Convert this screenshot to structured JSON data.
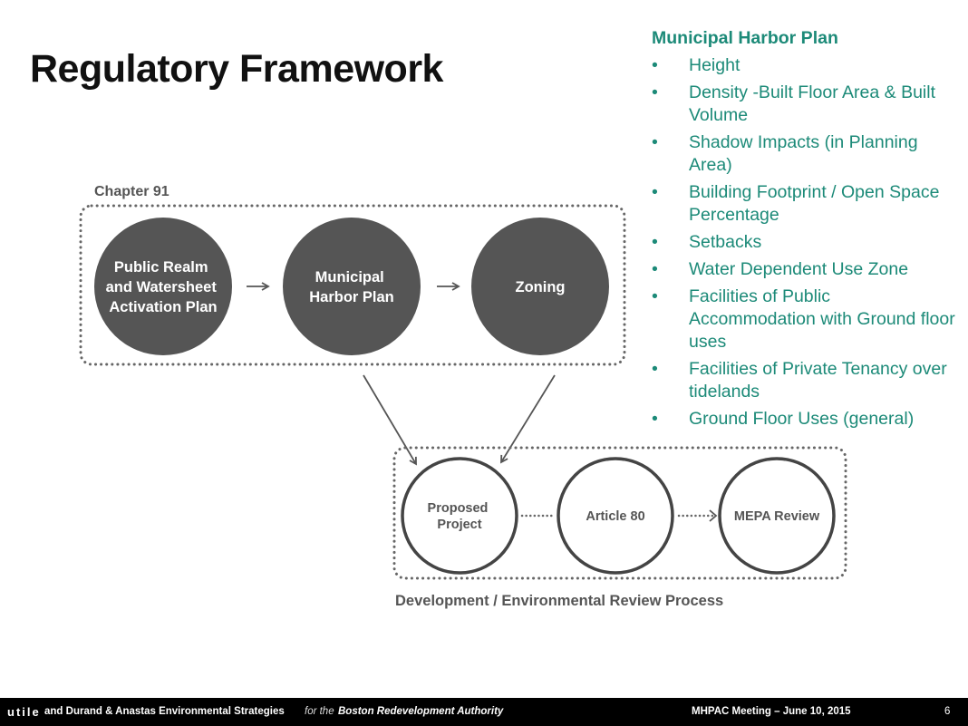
{
  "slide": {
    "title": "Regulatory Framework"
  },
  "municipal_harbor_plan": {
    "heading": "Municipal Harbor Plan",
    "bullet_symbol": "•",
    "items": [
      "Height",
      "Density -Built Floor Area & Built Volume",
      "Shadow Impacts (in Planning Area)",
      "Building Footprint / Open Space Percentage",
      "Setbacks",
      "Water Dependent Use Zone",
      "Facilities of Public Accommodation with Ground floor uses",
      "Facilities of Private Tenancy over tidelands",
      "Ground Floor Uses (general)"
    ]
  },
  "diagram": {
    "chapter91": {
      "label": "Chapter 91",
      "nodes": [
        "Public Realm and Watersheet Activation Plan",
        "Municipal Harbor Plan",
        "Zoning"
      ]
    },
    "review_process": {
      "label": "Development / Environmental Review Process",
      "nodes": [
        "Proposed Project",
        "Article 80",
        "MEPA Review"
      ]
    },
    "colors": {
      "filled_circle": "#555555",
      "outline": "#444444",
      "dots": "#666666",
      "accent_text": "#1c8a78"
    }
  },
  "footer": {
    "logo": "utile",
    "authors": "and Durand & Anastas Environmental Strategies",
    "for_text": "for the",
    "client": "Boston Redevelopment Authority",
    "meeting": "MHPAC Meeting  – June 10, 2015",
    "page_number": "6"
  }
}
